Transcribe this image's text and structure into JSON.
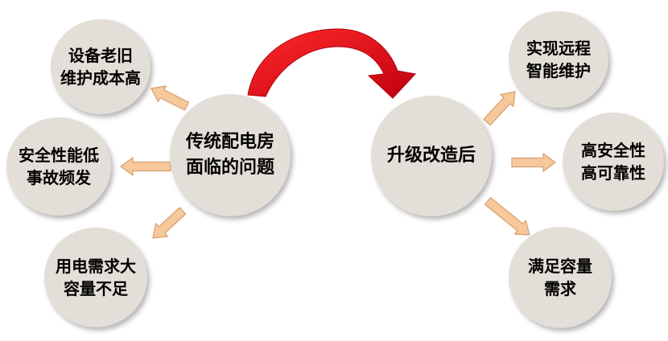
{
  "left_center": {
    "lines": [
      "传统配电房",
      "面临的问题"
    ]
  },
  "right_center": {
    "lines": [
      "升级改造后"
    ]
  },
  "problems": [
    {
      "lines": [
        "设备老旧",
        "维护成本高"
      ]
    },
    {
      "lines": [
        "安全性能低",
        "事故频发"
      ]
    },
    {
      "lines": [
        "用电需求大",
        "容量不足"
      ]
    }
  ],
  "benefits": [
    {
      "lines": [
        "实现远程",
        "智能维护"
      ]
    },
    {
      "lines": [
        "高安全性",
        "高可靠性"
      ]
    },
    {
      "lines": [
        "满足容量",
        "需求"
      ]
    }
  ],
  "colors": {
    "circle_fill": "#e3ded7",
    "small_arrow_fill": "#f7c89b",
    "small_arrow_stroke": "#d4a06e",
    "curved_arrow": "#e0101a"
  }
}
